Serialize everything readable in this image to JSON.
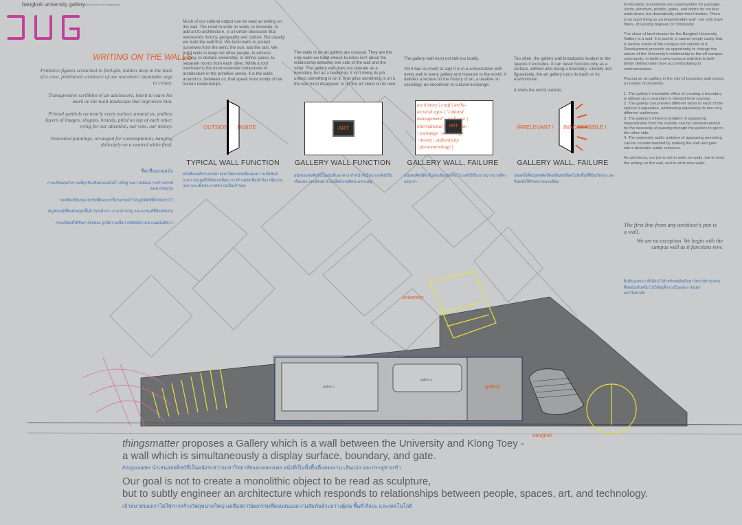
{
  "header": {
    "logo_mark": "buG",
    "title": "bangkok university gallery",
    "subtitle": "wall(s) scheme by thingsmatter"
  },
  "left_column": {
    "heading": "WRITING ON THE WALLS",
    "paragraphs": [
      "Primitive figures scratched in firelight, hidden deep in the back of a cave, prehistoric evidence of our ancestors' insatiable urge to create.",
      "Transgressive scribbles of an adolescent, intent to leave his mark on the built landscape that imprisons him.",
      "Printed symbols on nearly every surface around us, endless layers of images, slogans, brands, piled on top of each other, vying for our attention, our vote, our money.",
      "Venerated paintings, arranged for contemplation, hanging delicately on a neutral white field."
    ],
    "thai_heading": "ขีดเขียนบนผนัง",
    "thai_paragraphs": [
      "ภาพเขียนยุคโบราณที่ถูกขีดเขียนบนผนังถ้ำ หลักฐานความต้องการสร้างสรรค์ของบรรพบุรุษ",
      "รอยขีดเขียนของวัยรุ่นที่ต้องการทิ้งร่องรอยไว้บนภูมิทัศน์ที่กักขังเขาไว้",
      "สัญลักษณ์ที่พิมพ์บนทุกพื้นผิวรอบตัวเรา ภาพ คำขวัญ และแบรนด์ที่ซ้อนทับกัน",
      "ภาพเขียนที่ได้รับการยกย่อง ถูกจัดวางเพื่อการพินิจพิจารณาบนผนังสีขาว"
    ]
  },
  "columns": [
    {
      "text": "Much of our cultural output can be read as writing on the wall. The need to write on walls, to decorate, to add art to architecture, is a human obsession that transcends history, geography and culture. But usually we build the wall first. We build walls to protect ourselves from the wind, the sun, and the rain. We build walls to keep out other people, to enforce privacy, to declare ownership, to define space, to separate rooms from each other. While a roof overhead is the most essential component of architecture in the primitive sense, it is the walls around us, between us, that speak most loudly of our human relationships.",
      "thai": "ผนังคือองค์ประกอบทางสถาปัตยกรรมที่แสดงความสัมพันธ์ระหว่างมนุษย์ได้ชัดเจนที่สุด เราสร้างผนังเพื่อปกป้อง เพื่อแบ่งแยก และเพื่อประกาศความเป็นเจ้าของ"
    },
    {
      "text": "The walls of an art gallery are unusual. They are the only walls we build whose function isn't about the relationship between one side of the wall and the other. The gallery wall does not operate as a boundary, but as a backdrop. It isn't doing its job unless something is on it. And once something is on it, the wall must disappear, to let the art stand on its own.",
      "thai": "ผนังของหอศิลป์เป็นผนังที่แตกต่าง ทำหน้าที่เป็นฉากหลังมิใช่เส้นแบ่ง และต้องหายไปเมื่อมีงานศิลปะแขวนอยู่"
    },
    {
      "text": "The gallery wall must not talk too loudly.\n\nYet it has so much to say! It is in a conversation with every wall in every gallery and museum in the world. It delivers a lecture on the history of art, a treatise on sociology, an encomium to cultural exchange.",
      "thai": "ผนังหอศิลป์ต้องไม่ส่งเสียงดังเกินไป แต่ก็มีเรื่องราวมากมายที่จะบอกเล่า"
    },
    {
      "text": "Too often, the gallery wall broadcasts loudest to the spaces it excludes. It can never function only as a surface, without also being a boundary. Literally and figuratively, the art gallery turns its back on its environment.\n\nIt shuts the world outside.",
      "thai": "บ่อยครั้งที่ผนังหอศิลป์ส่งเสียงดังที่สุดไปยังพื้นที่ที่มันกีดกัน และหันหลังให้กับสภาพแวดล้อม"
    },
    {
      "text": "Fortunately, boundaries are opportunities for passage. Vents, windows, portals, gates, and doors do not fear walls down, but dramatically alter their function. There is no such thing as an impenetrable wall - we only have filters, of varying degrees of complexity.\n\nThe sliver of land chosen for the Bangkok University Gallery is a wall. It is poché, a narrow empty cavity that is neither inside of the campus nor outside of it. Development presents an opportunity to change the nature of the University's relationship to the off-campus community, to build a new campus wall that is both better defined and more accommodating to communication.\n\nPlacing an art gallery in the role of boundary wall solves a number of problems:\n\n1. The gallery's inevitable effect of creating a boundary is utilized as a boundary is needed here anyway.\n2. The gallery can present different faces to each of the spaces it separates, addressing separately its two very different audiences.\n3. The gallery's inherent problem of appearing impenetrable from the outside can be countermanded by the necessity of passing through the gallery to get to the other side.\n4. The university wall's problem of appearing uninviting can be countermanded by making the wall and gate into a desirable public resource.\n\nAs architects, our job is not to write on walls, but to read the writing on the wall, and to write new walls.",
      "thai": "ผืนดินแคบยาวที่เลือกไว้สำหรับหอศิลป์มหาวิทยาลัยกรุงเทพคือผนังเส้นหนึ่ง ไม่ได้อยู่ทั้งภายในและภายนอกมหาวิทยาลัย"
    }
  ],
  "right_quote": "The first line from any architect's pen is a wall.",
  "right_quote2": "We are no exception. We begin with the campus wall as it functions now.",
  "diagrams": [
    {
      "caption": "TYPICAL WALL FUNCTION",
      "left_label": "OUTSIDE",
      "right_label": "INSIDE"
    },
    {
      "caption": "GALLERY WALL FUNCTION",
      "art_label": "ART"
    },
    {
      "caption": "GALLERY WALL, FAILURE",
      "art_label": "ART",
      "words": [
        "art history | craft | archi-",
        "tectural egos | \"cultural",
        "management\" | audience |",
        "international | capitalism",
        "| exchange | technology",
        "| theory | authenticity",
        "| phenomenology |"
      ]
    },
    {
      "caption": "GALLERY WALL, FAILURE",
      "left_label": "IRRELEVANT !",
      "right_label": "INACCESSIBLE !"
    }
  ],
  "plan_labels": {
    "university": "university",
    "gallery": "gallery",
    "bangkok": "bangkok",
    "room1": "gallery 1",
    "room2": "gallery 2"
  },
  "bottom": {
    "brand": "thingsmatter",
    "line1_rest": " proposes a Gallery which is a wall between the University and Klong Toey -",
    "line2": "a wall which is simultaneously a display surface, boundary, and gate.",
    "thai1_brand": "thingsmatter",
    "thai1": " นำเสนอหอศิลป์ที่เป็นผนังระหว่างมหาวิทยาลัยและคลองเตย ผนังที่เป็นทั้งพื้นที่แสดงงาน เส้นแบ่ง และประตูทางเข้า",
    "line3": "Our goal is not to create a monolithic object to be read as sculpture,",
    "line4": "but to subtly engineer an architecture which responds to relationships between people, spaces, art, and technology.",
    "thai2": "เป้าหมายของเราไม่ใช่การสร้างวัตถุขนาดใหญ่ แต่คือสถาปัตยกรรมที่ตอบสนองความสัมพันธ์ระหว่างผู้คน พื้นที่ ศิลปะ และเทคโนโลยี"
  },
  "colors": {
    "background": "#c9cbcc",
    "accent_orange": "#e25d2c",
    "logo_magenta": "#c0409a",
    "thai_blue": "#3a6fb5",
    "yellow": "#e8e03a",
    "dark_gray": "#6d6e70"
  }
}
